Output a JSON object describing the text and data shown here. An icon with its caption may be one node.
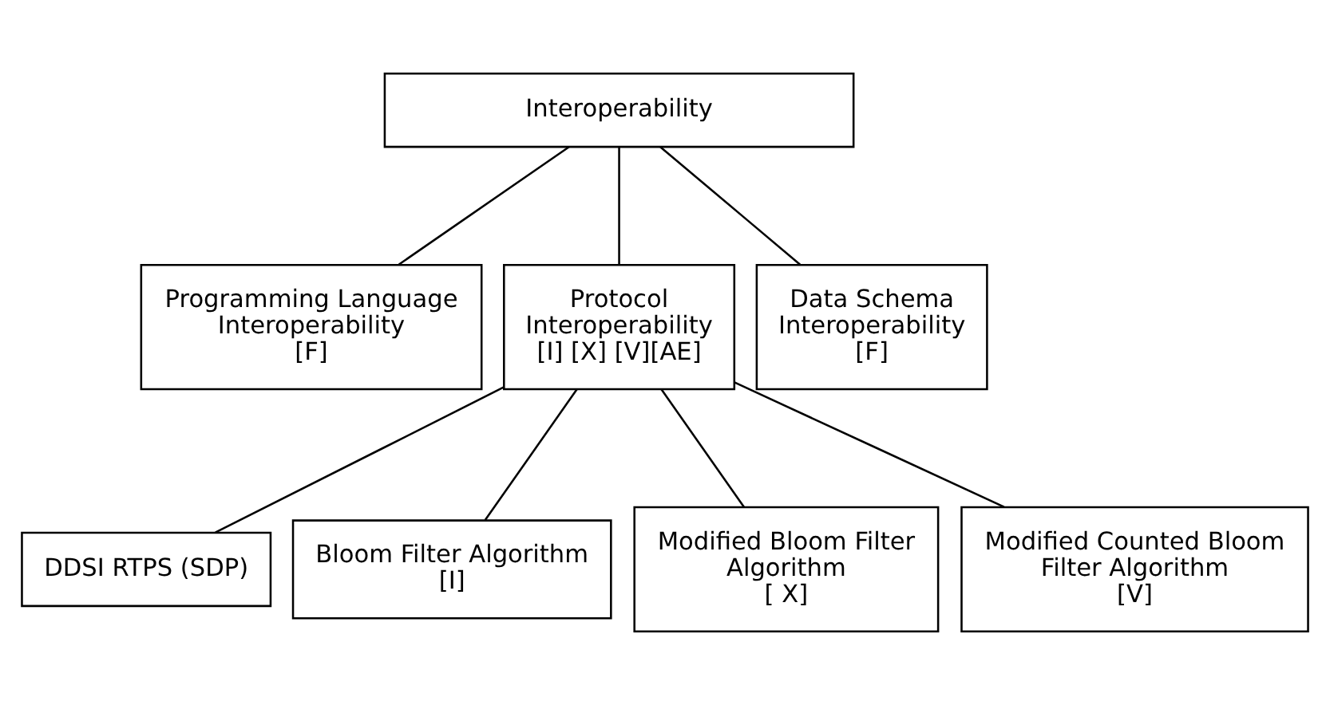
{
  "diagram": {
    "nodes": [
      {
        "text": [
          "Interoperability"
        ]
      },
      {
        "text": [
          "Programming Language Interoperability",
          "[F]"
        ]
      },
      {
        "text": [
          "Protocol Interoperability",
          "[I] [X] [V][AE]"
        ]
      },
      {
        "text": [
          "Data Schema Interoperability",
          "[F]"
        ]
      },
      {
        "text": [
          "DDSI RTPS (SDP)"
        ]
      },
      {
        "text": [
          "Bloom Filter Algorithm",
          "[I]"
        ]
      },
      {
        "text": [
          "Modified Bloom Filter Algorithm",
          "[ X]"
        ]
      },
      {
        "text": [
          "Modified Counted Bloom Filter Algorithm",
          "[V]"
        ]
      }
    ],
    "edges": [
      {
        "from": 0,
        "to": 1,
        "arrow": "none"
      },
      {
        "from": 0,
        "to": 2,
        "arrow": "none"
      },
      {
        "from": 0,
        "to": 3,
        "arrow": "none"
      },
      {
        "from": 2,
        "to": 4,
        "arrow": "none"
      },
      {
        "from": 2,
        "to": 5,
        "arrow": "none"
      },
      {
        "from": 2,
        "to": 6,
        "arrow": "none"
      },
      {
        "from": 2,
        "to": 7,
        "arrow": "none"
      }
    ]
  }
}
